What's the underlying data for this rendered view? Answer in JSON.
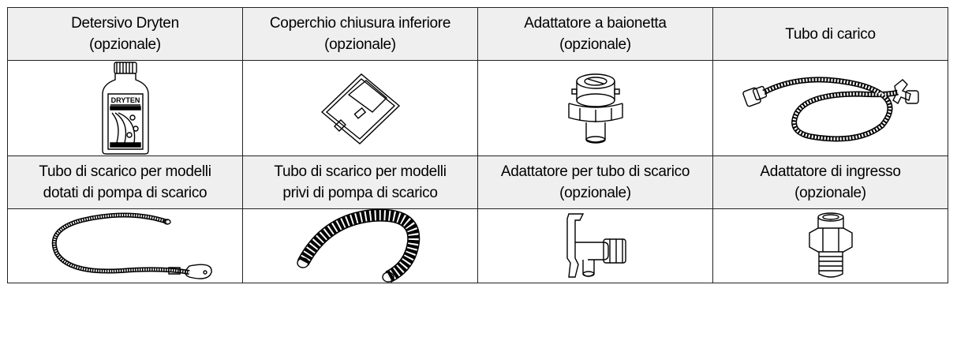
{
  "items": [
    {
      "line1": "Detersivo Dryten",
      "line2": "(opzionale)",
      "icon": "detergent-bottle-icon",
      "bottle_label": "DRYTEN"
    },
    {
      "line1": "Coperchio chiusura inferiore",
      "line2": "(opzionale)",
      "icon": "bottom-cover-icon"
    },
    {
      "line1": "Adattatore a baionetta",
      "line2": "(opzionale)",
      "icon": "bayonet-adapter-icon"
    },
    {
      "line1": "Tubo di carico",
      "line2": "",
      "icon": "inlet-hose-icon"
    },
    {
      "line1": "Tubo di scarico per modelli",
      "line2": "dotati di pompa di scarico",
      "icon": "drain-hose-pump-icon"
    },
    {
      "line1": "Tubo di scarico per modelli",
      "line2": "privi di pompa di scarico",
      "icon": "drain-hose-no-pump-icon"
    },
    {
      "line1": "Adattatore per tubo di scarico",
      "line2": "(opzionale)",
      "icon": "drain-hose-adapter-icon"
    },
    {
      "line1": "Adattatore di ingresso",
      "line2": "(opzionale)",
      "icon": "inlet-adapter-icon"
    }
  ]
}
